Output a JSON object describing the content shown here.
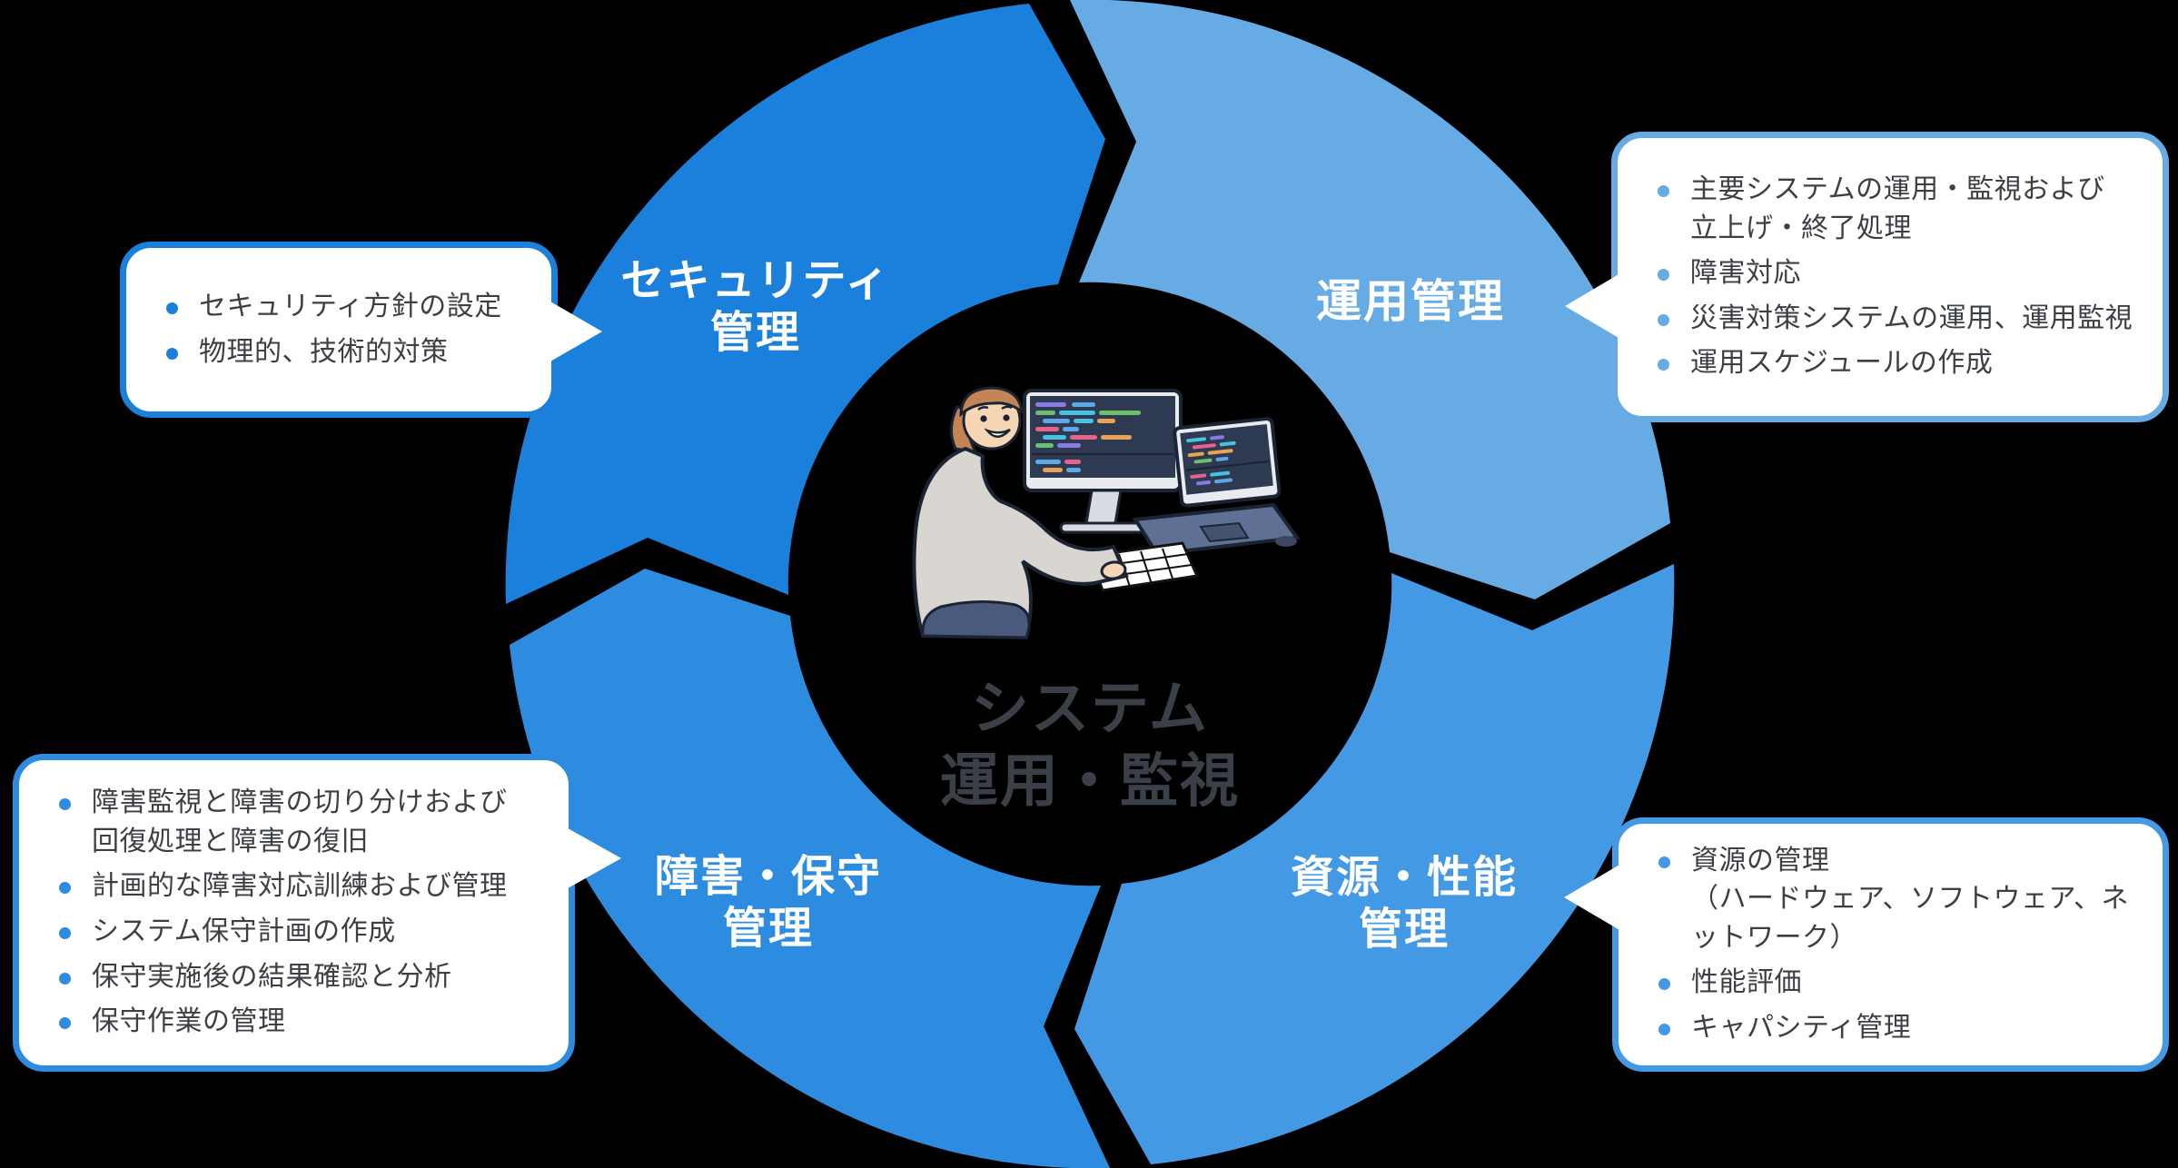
{
  "page": {
    "background": "#000000"
  },
  "center": {
    "title_line1": "システム",
    "title_line2": "運用・監視",
    "title_color": "#3A3F48",
    "illustration": "person-coding-at-two-screens"
  },
  "segments": {
    "security": {
      "label_line1": "セキュリティ",
      "label_line2": "管理",
      "color": "#1A80DB"
    },
    "operations": {
      "label_line1": "運用管理",
      "label_line2": "",
      "color": "#66ABE4"
    },
    "resources": {
      "label_line1": "資源・性能",
      "label_line2": "管理",
      "color": "#4499E4"
    },
    "maintenance": {
      "label_line1": "障害・保守",
      "label_line2": "管理",
      "color": "#2E8CE0"
    }
  },
  "callouts": {
    "security": {
      "accent": "#1A80DB",
      "items": [
        "セキュリティ方針の設定",
        "物理的、技術的対策"
      ]
    },
    "operations": {
      "accent": "#66ABE4",
      "items": [
        "主要システムの運用・監視および\n立上げ・終了処理",
        "障害対応",
        "災害対策システムの運用、運用監視",
        "運用スケジュールの作成"
      ]
    },
    "resources": {
      "accent": "#4499E4",
      "items": [
        "資源の管理\n（ハードウェア、ソフトウェア、ネットワーク）",
        "性能評価",
        "キャパシティ管理"
      ]
    },
    "maintenance": {
      "accent": "#2E8CE0",
      "items": [
        "障害監視と障害の切り分けおよび\n回復処理と障害の復旧",
        "計画的な障害対応訓練および管理",
        "システム保守計画の作成",
        "保守実施後の結果確認と分析",
        "保守作業の管理"
      ]
    }
  }
}
